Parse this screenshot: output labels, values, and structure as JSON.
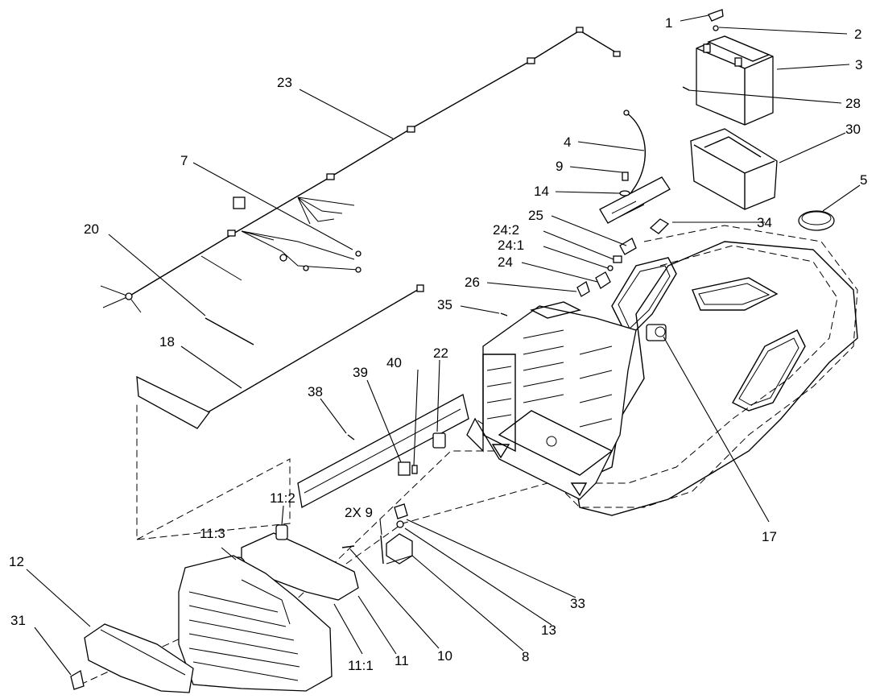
{
  "diagram": {
    "callouts": [
      {
        "id": "c1",
        "text": "1"
      },
      {
        "id": "c2",
        "text": "2"
      },
      {
        "id": "c3",
        "text": "3"
      },
      {
        "id": "c28",
        "text": "28"
      },
      {
        "id": "c30",
        "text": "30"
      },
      {
        "id": "c5",
        "text": "5"
      },
      {
        "id": "c4",
        "text": "4"
      },
      {
        "id": "c9",
        "text": "9"
      },
      {
        "id": "c14",
        "text": "14"
      },
      {
        "id": "c34",
        "text": "34"
      },
      {
        "id": "c25",
        "text": "25"
      },
      {
        "id": "c24-2",
        "text": "24:2"
      },
      {
        "id": "c24-1",
        "text": "24:1"
      },
      {
        "id": "c24",
        "text": "24"
      },
      {
        "id": "c26",
        "text": "26"
      },
      {
        "id": "c35",
        "text": "35"
      },
      {
        "id": "c23",
        "text": "23"
      },
      {
        "id": "c7",
        "text": "7"
      },
      {
        "id": "c20",
        "text": "20"
      },
      {
        "id": "c18",
        "text": "18"
      },
      {
        "id": "c22",
        "text": "22"
      },
      {
        "id": "c40",
        "text": "40"
      },
      {
        "id": "c39",
        "text": "39"
      },
      {
        "id": "c38",
        "text": "38"
      },
      {
        "id": "c17",
        "text": "17"
      },
      {
        "id": "c11-2",
        "text": "11:2"
      },
      {
        "id": "c11-3",
        "text": "11:3"
      },
      {
        "id": "c2x9",
        "text": "2X 9"
      },
      {
        "id": "c12",
        "text": "12"
      },
      {
        "id": "c31",
        "text": "31"
      },
      {
        "id": "c11-1",
        "text": "11:1"
      },
      {
        "id": "c11",
        "text": "11"
      },
      {
        "id": "c10",
        "text": "10"
      },
      {
        "id": "c8",
        "text": "8"
      },
      {
        "id": "c13",
        "text": "13"
      },
      {
        "id": "c33",
        "text": "33"
      }
    ]
  }
}
